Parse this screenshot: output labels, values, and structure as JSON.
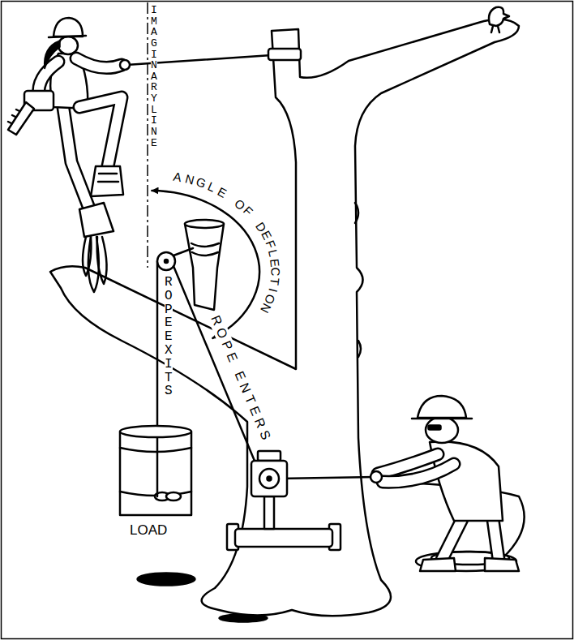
{
  "diagram": {
    "labels": [
      "IMAGINARY LINE",
      "ANGLE OF DEFLECTION",
      "ROPE EXITS",
      "ROPE ENTERS",
      "LOAD"
    ]
  }
}
